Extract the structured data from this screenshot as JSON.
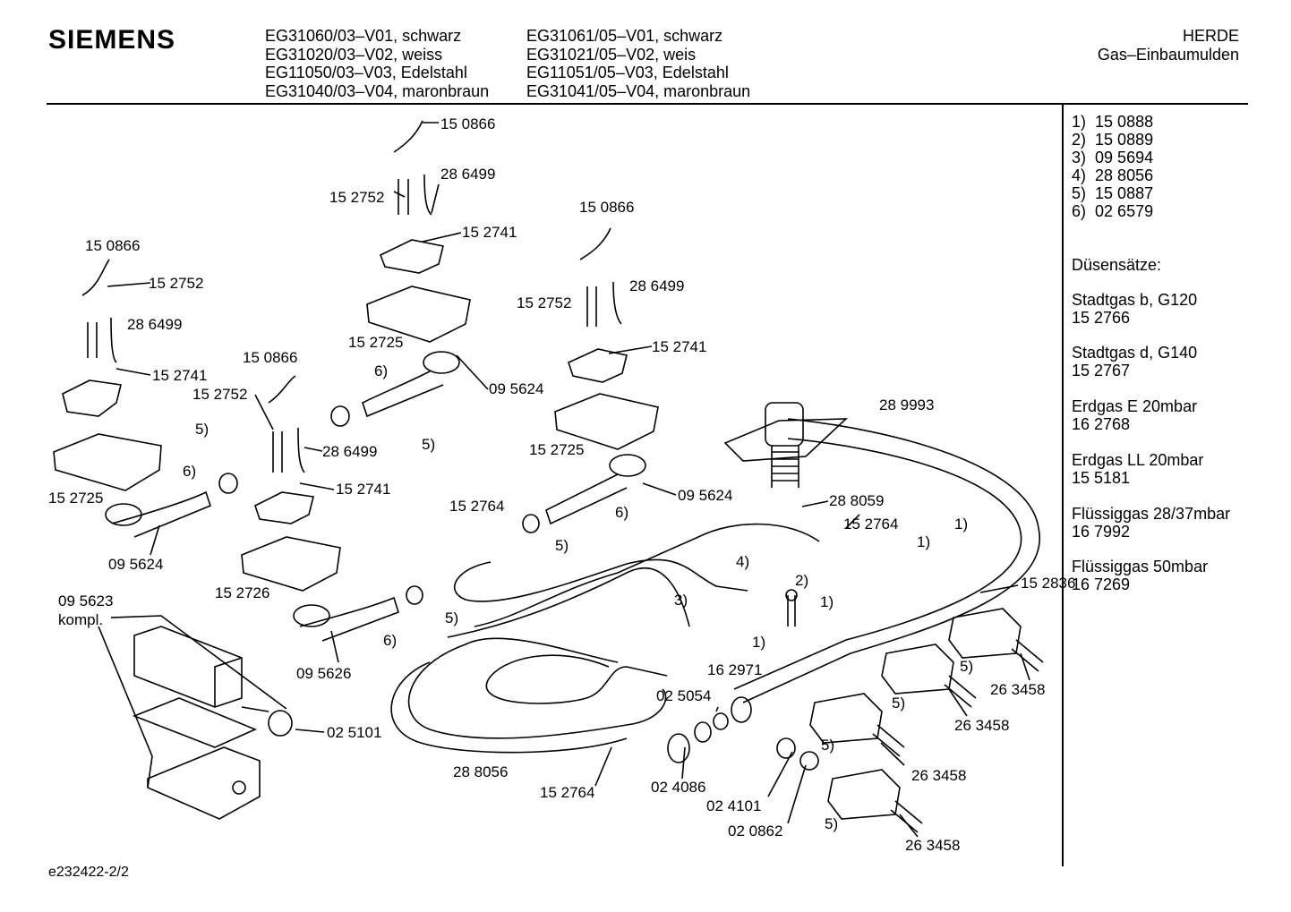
{
  "header": {
    "brand": "SIEMENS",
    "models_col1": [
      "EG31060/03–V01, schwarz",
      "EG31020/03–V02, weiss",
      "EG11050/03–V03, Edelstahl",
      "EG31040/03–V04, maronbraun"
    ],
    "models_col2": [
      "EG31061/05–V01, schwarz",
      "EG31021/05–V02, weis",
      "EG11051/05–V03, Edelstahl",
      "EG31041/05–V04, maronbraun"
    ],
    "category": "HERDE",
    "subcategory": "Gas–Einbaumulden"
  },
  "sidebar": {
    "footnotes": [
      "1)",
      "2)",
      "3)",
      "4)",
      "5)",
      "6)"
    ],
    "footnote_parts": [
      "15 0888",
      "15 0889",
      "09 5694",
      "28 8056",
      "15 0887",
      "02 6579"
    ],
    "nozzle_title": "Düsensätze:",
    "nozzle_sets": [
      {
        "gas": "Stadtgas b, G120",
        "part": "15 2766"
      },
      {
        "gas": "Stadtgas d, G140",
        "part": "15 2767"
      },
      {
        "gas": "Erdgas E 20mbar",
        "part": "16 2768"
      },
      {
        "gas": "Erdgas LL 20mbar",
        "part": "15 5181"
      },
      {
        "gas": "Flüssiggas 28/37mbar",
        "part": "16 7992"
      },
      {
        "gas": "Flüssiggas 50mbar",
        "part": "16 7269"
      }
    ]
  },
  "diagram_labels": [
    "15 0866",
    "28 6499",
    "15 2752",
    "15 2741",
    "15 0866",
    "15 0866",
    "15 2752",
    "15 2725",
    "28 6499",
    "28 6499",
    "6)",
    "15 2752",
    "15 2741",
    "15 0866",
    "09 5624",
    "15 2741",
    "15 2752",
    "28 9993",
    "5)",
    "28 6499",
    "5)",
    "6)",
    "15 2725",
    "15 2725",
    "15 2741",
    "09 5624",
    "28 8059",
    "15 2764",
    "6)",
    "15 2764",
    "1)",
    "5)",
    "09 5624",
    "1)",
    "4)",
    "2)",
    "15 2726",
    "15 2836",
    "09 5623",
    "1)",
    "3)",
    "kompl.",
    "5)",
    "1)",
    "6)",
    "5)",
    "16 2971",
    "09 5626",
    "26 3458",
    "02 5054",
    "5)",
    "26 3458",
    "02 5101",
    "5)",
    "28 8056",
    "26 3458",
    "02 4086",
    "15 2764",
    "02 4101",
    "5)",
    "02 0862",
    "26 3458"
  ],
  "footer": {
    "drawing_id": "e232422-2/2"
  }
}
